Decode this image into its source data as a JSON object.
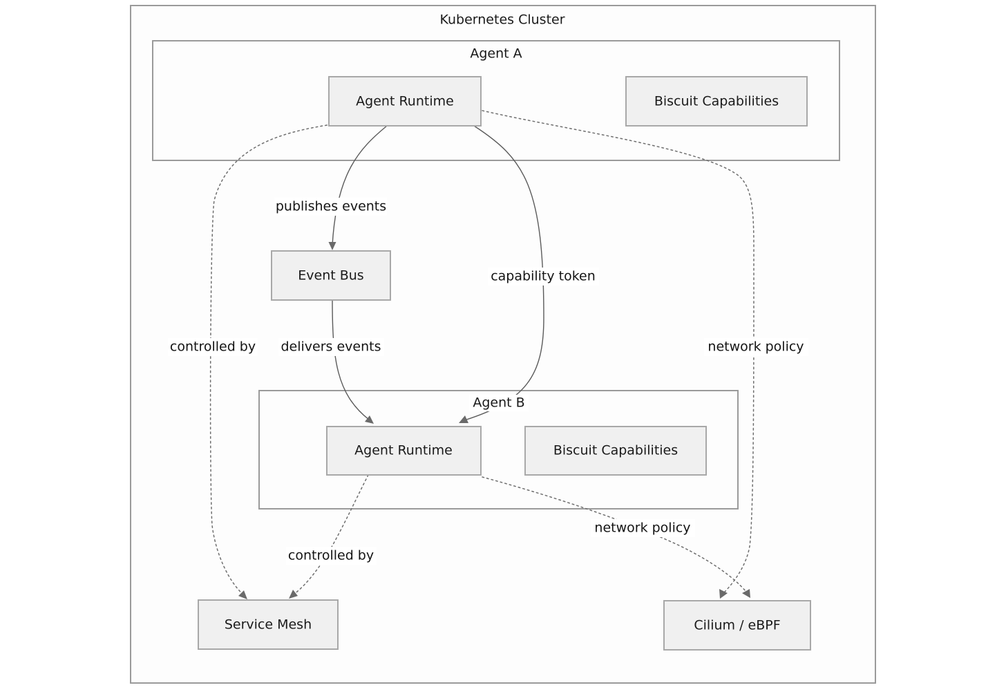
{
  "diagram": {
    "type": "architecture-flow",
    "title": "Kubernetes Cluster",
    "containers": [
      {
        "id": "cluster",
        "label": "Kubernetes Cluster"
      },
      {
        "id": "agent_a",
        "label": "Agent A"
      },
      {
        "id": "agent_b",
        "label": "Agent B"
      }
    ],
    "nodes": [
      {
        "id": "agent_a_runtime",
        "label": "Agent Runtime",
        "parent": "agent_a"
      },
      {
        "id": "agent_a_biscuit",
        "label": "Biscuit Capabilities",
        "parent": "agent_a"
      },
      {
        "id": "event_bus",
        "label": "Event Bus",
        "parent": "cluster"
      },
      {
        "id": "agent_b_runtime",
        "label": "Agent Runtime",
        "parent": "agent_b"
      },
      {
        "id": "agent_b_biscuit",
        "label": "Biscuit Capabilities",
        "parent": "agent_b"
      },
      {
        "id": "service_mesh",
        "label": "Service Mesh",
        "parent": "cluster"
      },
      {
        "id": "cilium",
        "label": "Cilium / eBPF",
        "parent": "cluster"
      }
    ],
    "edges": [
      {
        "id": "e1",
        "from": "agent_a_runtime",
        "to": "event_bus",
        "label": "publishes events",
        "style": "solid"
      },
      {
        "id": "e2",
        "from": "event_bus",
        "to": "agent_b_runtime",
        "label": "delivers events",
        "style": "solid"
      },
      {
        "id": "e3",
        "from": "agent_a_runtime",
        "to": "agent_b_runtime",
        "label": "capability token",
        "style": "solid"
      },
      {
        "id": "e4",
        "from": "agent_a_runtime",
        "to": "service_mesh",
        "label": "controlled by",
        "style": "dotted"
      },
      {
        "id": "e5",
        "from": "agent_b_runtime",
        "to": "service_mesh",
        "label": "controlled by",
        "style": "dotted"
      },
      {
        "id": "e6",
        "from": "agent_a_runtime",
        "to": "cilium",
        "label": "network policy",
        "style": "dotted"
      },
      {
        "id": "e7",
        "from": "agent_b_runtime",
        "to": "cilium",
        "label": "network policy",
        "style": "dotted"
      }
    ],
    "colors": {
      "node_fill": "#f0f0f0",
      "node_stroke": "#a8a8a8",
      "container_stroke": "#9a9a9a",
      "edge_stroke": "#5a5a5a",
      "dotted_stroke": "#6e6e6e",
      "arrow_fill": "#6a6a6a",
      "background": "#ffffff",
      "text": "#1a1a1a"
    }
  }
}
